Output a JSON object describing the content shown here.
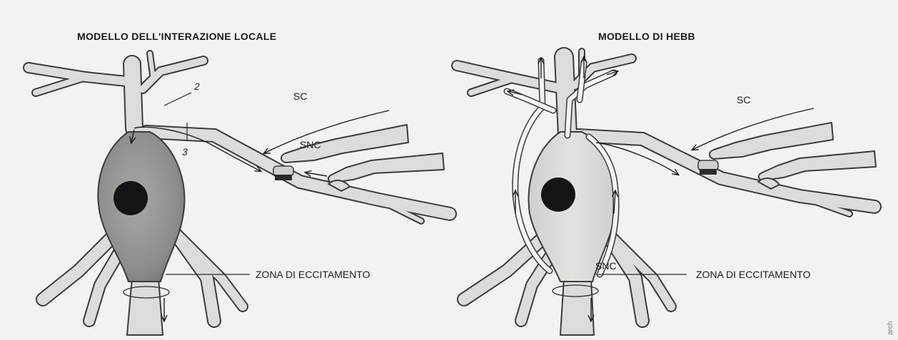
{
  "left_panel": {
    "title": "MODELLO  DELL'INTERAZIONE LOCALE",
    "label_sc": "SC",
    "label_snc": "SNC",
    "label_zone": "ZONA DI ECCITAMENTO",
    "num_2": "2",
    "num_3": "3"
  },
  "right_panel": {
    "title": "MODELLO DI HEBB",
    "label_sc": "SC",
    "label_snc": "SNC",
    "label_zone": "ZONA DI ECCITAMENTO"
  },
  "edge_text": "arch",
  "colors": {
    "soma_dark": "#9a9a97",
    "soma_light": "#d8d8d5",
    "dendrite": "#dcdcd8",
    "outline": "#3c3c3c",
    "nucleus": "#141414",
    "synapse_dark": "#2b2b2b"
  }
}
